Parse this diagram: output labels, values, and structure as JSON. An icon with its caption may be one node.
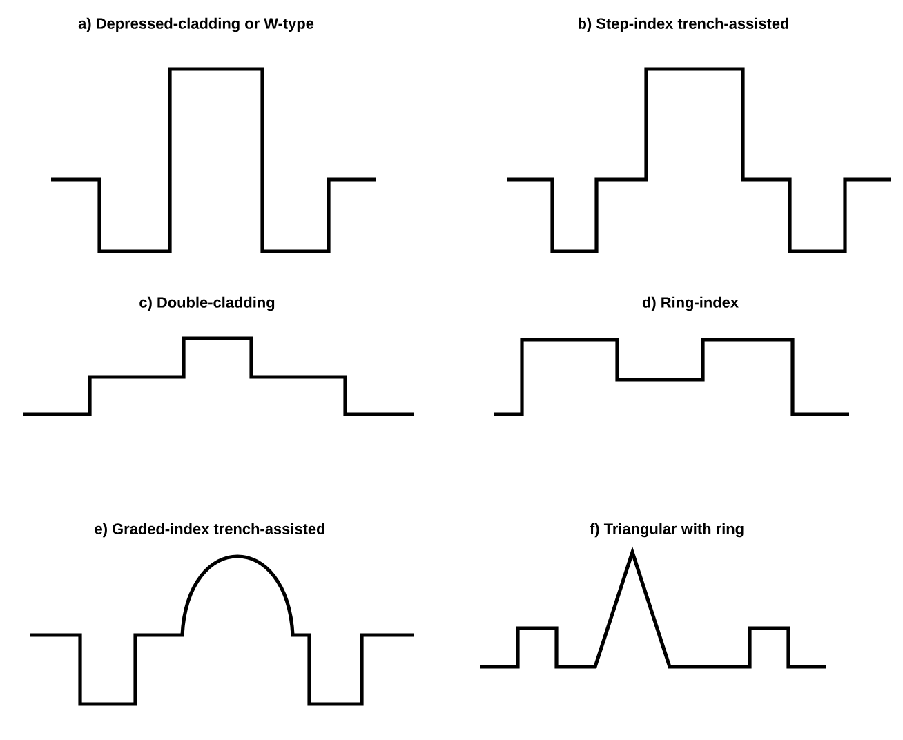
{
  "diagram": {
    "labels": [
      "a)  Depressed-cladding or W-type",
      "b)  Step-index trench-assisted",
      "c)  Double-cladding",
      "d)  Ring-index",
      "e)  Graded-index trench-assisted",
      "f)  Triangular with ring"
    ]
  }
}
